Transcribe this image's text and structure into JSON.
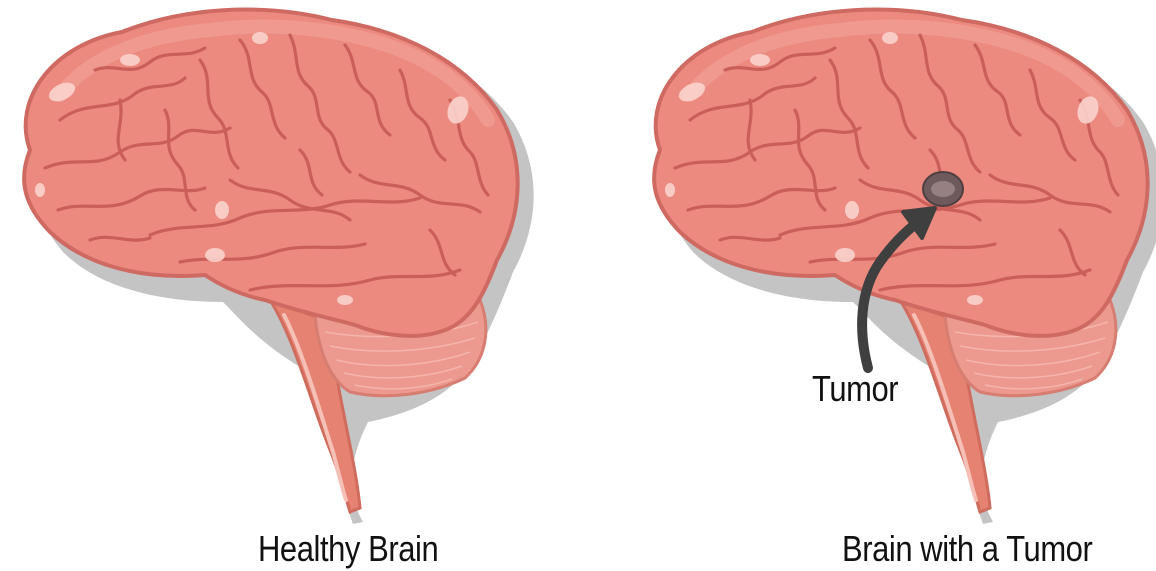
{
  "labels": {
    "healthy_caption": "Healthy Brain",
    "tumor_caption": "Brain with a Tumor",
    "tumor_label": "Tumor"
  },
  "colors": {
    "cerebrum": "#ec8a80",
    "cerebrum_light": "#f3a59c",
    "sulci": "#c95f58",
    "highlight": "#fbd3cd",
    "shadow": "#bdbdbd",
    "cerebellum": "#e99a90",
    "brainstem": "#e58272",
    "tumor": "#6e5a5c",
    "arrow": "#3f3f3f",
    "text": "#111111"
  },
  "icons": {
    "healthy_brain": "brain-icon",
    "tumor_brain": "brain-with-tumor-icon",
    "arrow": "curved-arrow-icon"
  }
}
